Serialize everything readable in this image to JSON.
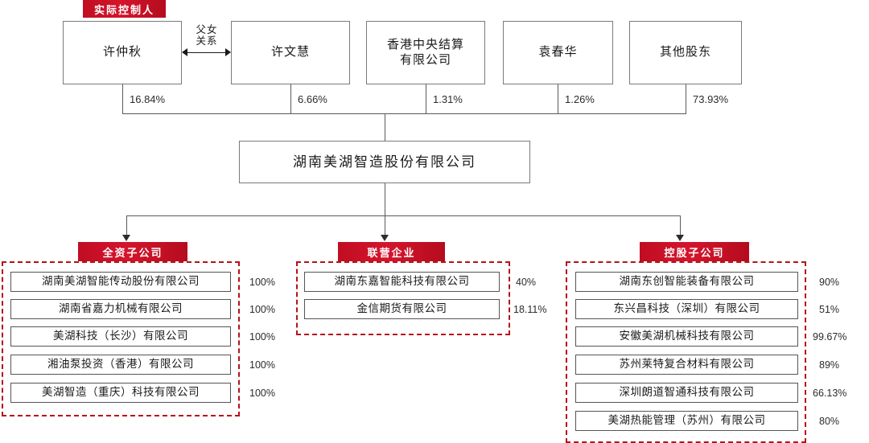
{
  "controller_badge": {
    "label": "实际控制人"
  },
  "relation": {
    "label": "父女\n关系"
  },
  "shareholders": [
    {
      "name": "许仲秋",
      "pct": "16.84%"
    },
    {
      "name": "许文慧",
      "pct": "6.66%"
    },
    {
      "name": "香港中央结算\n有限公司",
      "pct": "1.31%"
    },
    {
      "name": "袁春华",
      "pct": "1.26%"
    },
    {
      "name": "其他股东",
      "pct": "73.93%"
    }
  ],
  "company": {
    "name": "湖南美湖智造股份有限公司"
  },
  "groups": [
    {
      "badge": "全资子公司",
      "items": [
        {
          "name": "湖南美湖智能传动股份有限公司",
          "pct": "100%"
        },
        {
          "name": "湖南省嘉力机械有限公司",
          "pct": "100%"
        },
        {
          "name": "美湖科技（长沙）有限公司",
          "pct": "100%"
        },
        {
          "name": "湘油泵投资（香港）有限公司",
          "pct": "100%"
        },
        {
          "name": "美湖智造（重庆）科技有限公司",
          "pct": "100%"
        }
      ]
    },
    {
      "badge": "联营企业",
      "items": [
        {
          "name": "湖南东嘉智能科技有限公司",
          "pct": "40%"
        },
        {
          "name": "金信期货有限公司",
          "pct": "18.11%"
        }
      ]
    },
    {
      "badge": "控股子公司",
      "items": [
        {
          "name": "湖南东创智能装备有限公司",
          "pct": "90%"
        },
        {
          "name": "东兴昌科技（深圳）有限公司",
          "pct": "51%"
        },
        {
          "name": "安徽美湖机械科技有限公司",
          "pct": "99.67%"
        },
        {
          "name": "苏州莱特复合材料有限公司",
          "pct": "89%"
        },
        {
          "name": "深圳朗道智通科技有限公司",
          "pct": "66.13%"
        },
        {
          "name": "美湖热能管理（苏州）有限公司",
          "pct": "80%"
        }
      ]
    }
  ],
  "colors": {
    "badge_red": "#c8102e",
    "dashed_red": "#b5121b",
    "line_gray": "#5a5a5a"
  }
}
